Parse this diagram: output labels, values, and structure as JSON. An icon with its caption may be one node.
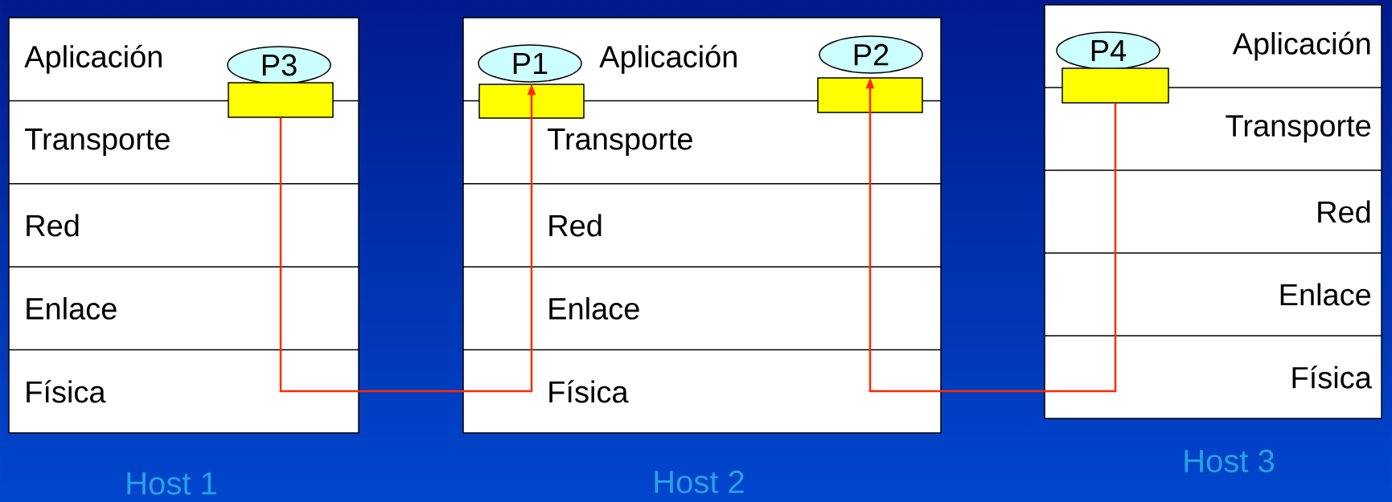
{
  "diagram": {
    "nodes": [
      {
        "text": [
          "Host 1"
        ]
      },
      {
        "text": [
          "Aplicación"
        ],
        "in": 0
      },
      {
        "text": [
          "Transporte"
        ],
        "in": 0
      },
      {
        "text": [
          "Red"
        ],
        "in": 0
      },
      {
        "text": [
          "Enlace"
        ],
        "in": 0
      },
      {
        "text": [
          "Física"
        ],
        "in": 0
      },
      {
        "text": [
          "P3"
        ],
        "in": 0
      },
      {
        "text": [],
        "shape": "box",
        "in": 0
      },
      {
        "text": [
          "Host 2"
        ]
      },
      {
        "text": [
          "Aplicación"
        ],
        "in": 8
      },
      {
        "text": [
          "Transporte"
        ],
        "in": 8
      },
      {
        "text": [
          "Red"
        ],
        "in": 8
      },
      {
        "text": [
          "Enlace"
        ],
        "in": 8
      },
      {
        "text": [
          "Física"
        ],
        "in": 8
      },
      {
        "text": [
          "P1"
        ],
        "in": 8
      },
      {
        "text": [],
        "shape": "box",
        "in": 8
      },
      {
        "text": [
          "P2"
        ],
        "in": 8
      },
      {
        "text": [],
        "shape": "box",
        "in": 8
      },
      {
        "text": [
          "Host 3"
        ]
      },
      {
        "text": [
          "Aplicación"
        ],
        "in": 18
      },
      {
        "text": [
          "Transporte"
        ],
        "in": 18
      },
      {
        "text": [
          "Red"
        ],
        "in": 18
      },
      {
        "text": [
          "Enlace"
        ],
        "in": 18
      },
      {
        "text": [
          "Física"
        ],
        "in": 18
      },
      {
        "text": [
          "P4"
        ],
        "in": 18
      },
      {
        "text": [],
        "shape": "box",
        "in": 18
      }
    ],
    "edges": [
      {
        "from": 7,
        "to": 15,
        "arrow": "to",
        "color": "#ff2a00"
      },
      {
        "from": 25,
        "to": 17,
        "arrow": "to",
        "color": "#ff2a00"
      }
    ]
  }
}
